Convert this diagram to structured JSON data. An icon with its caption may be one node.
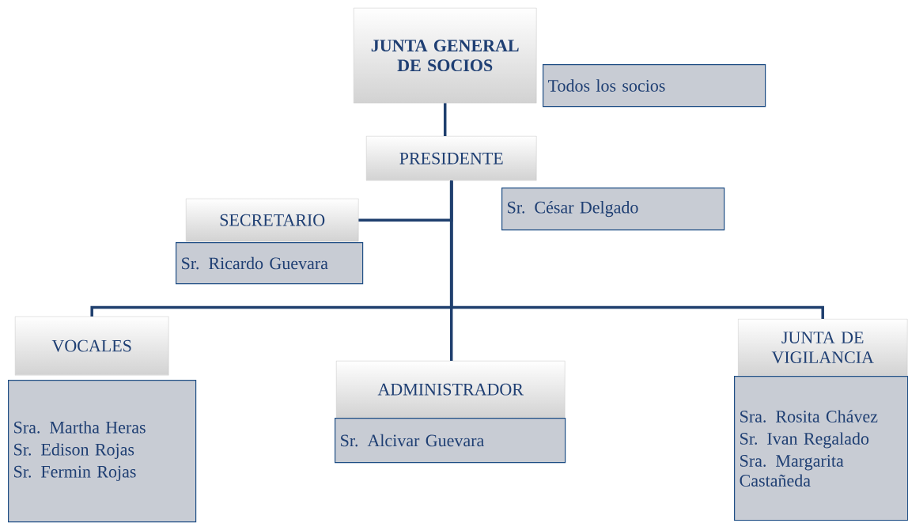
{
  "diagram": {
    "nodes": [
      {
        "text": [
          "JUNTA GENERAL DE SOCIOS"
        ]
      },
      {
        "text": [
          "Todos los socios"
        ]
      },
      {
        "text": [
          "PRESIDENTE"
        ]
      },
      {
        "text": [
          "Sr. César Delgado"
        ]
      },
      {
        "text": [
          "SECRETARIO"
        ]
      },
      {
        "text": [
          "Sr. Ricardo Guevara"
        ]
      },
      {
        "text": [
          "VOCALES"
        ]
      },
      {
        "text": [
          "Sra. Martha Heras",
          "Sr. Edison Rojas",
          "Sr. Fermin Rojas"
        ]
      },
      {
        "text": [
          "ADMINISTRADOR"
        ]
      },
      {
        "text": [
          "Sr. Alcivar Guevara"
        ]
      },
      {
        "text": [
          "JUNTA DE VIGILANCIA"
        ]
      },
      {
        "text": [
          "Sra. Rosita Chávez",
          "Sr. Ivan Regalado",
          "Sra. Margarita Castañeda"
        ]
      }
    ],
    "edges": [
      {
        "from": 0,
        "to": 2,
        "arrow": "none"
      },
      {
        "from": 2,
        "to": 4,
        "arrow": "none"
      },
      {
        "from": 2,
        "to": 6,
        "arrow": "none"
      },
      {
        "from": 2,
        "to": 8,
        "arrow": "none"
      },
      {
        "from": 2,
        "to": 10,
        "arrow": "none"
      }
    ]
  }
}
